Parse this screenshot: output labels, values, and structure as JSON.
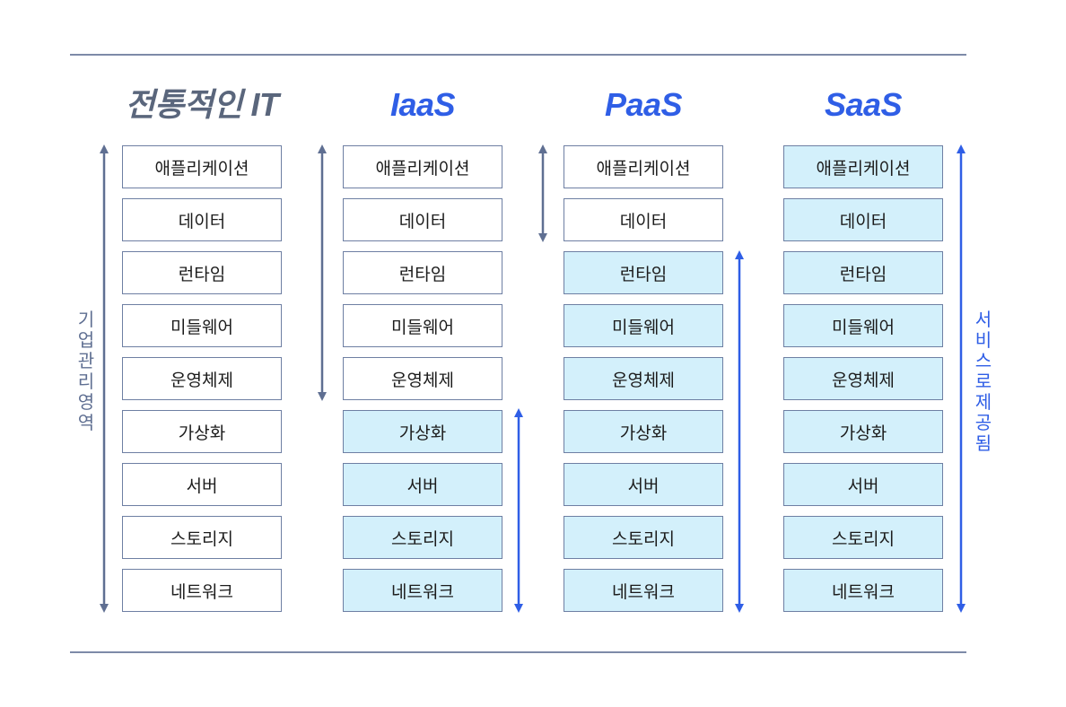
{
  "columns": [
    {
      "title": "전통적인 IT",
      "style": "managed",
      "layers": [
        {
          "label": "애플리케이션",
          "provided": false
        },
        {
          "label": "데이터",
          "provided": false
        },
        {
          "label": "런타임",
          "provided": false
        },
        {
          "label": "미들웨어",
          "provided": false
        },
        {
          "label": "운영체제",
          "provided": false
        },
        {
          "label": "가상화",
          "provided": false
        },
        {
          "label": "서버",
          "provided": false
        },
        {
          "label": "스토리지",
          "provided": false
        },
        {
          "label": "네트워크",
          "provided": false
        }
      ]
    },
    {
      "title": "IaaS",
      "style": "cloud",
      "layers": [
        {
          "label": "애플리케이션",
          "provided": false
        },
        {
          "label": "데이터",
          "provided": false
        },
        {
          "label": "런타임",
          "provided": false
        },
        {
          "label": "미들웨어",
          "provided": false
        },
        {
          "label": "운영체제",
          "provided": false
        },
        {
          "label": "가상화",
          "provided": true
        },
        {
          "label": "서버",
          "provided": true
        },
        {
          "label": "스토리지",
          "provided": true
        },
        {
          "label": "네트워크",
          "provided": true
        }
      ]
    },
    {
      "title": "PaaS",
      "style": "cloud",
      "layers": [
        {
          "label": "애플리케이션",
          "provided": false
        },
        {
          "label": "데이터",
          "provided": false
        },
        {
          "label": "런타임",
          "provided": true
        },
        {
          "label": "미들웨어",
          "provided": true
        },
        {
          "label": "운영체제",
          "provided": true
        },
        {
          "label": "가상화",
          "provided": true
        },
        {
          "label": "서버",
          "provided": true
        },
        {
          "label": "스토리지",
          "provided": true
        },
        {
          "label": "네트워크",
          "provided": true
        }
      ]
    },
    {
      "title": "SaaS",
      "style": "cloud",
      "layers": [
        {
          "label": "애플리케이션",
          "provided": true
        },
        {
          "label": "데이터",
          "provided": true
        },
        {
          "label": "런타임",
          "provided": true
        },
        {
          "label": "미들웨어",
          "provided": true
        },
        {
          "label": "운영체제",
          "provided": true
        },
        {
          "label": "가상화",
          "provided": true
        },
        {
          "label": "서버",
          "provided": true
        },
        {
          "label": "스토리지",
          "provided": true
        },
        {
          "label": "네트워크",
          "provided": true
        }
      ]
    }
  ],
  "labels": {
    "managed": "기업관리 영역",
    "provided": "서비스로 제공됨"
  },
  "colors": {
    "managed_arrow": "#5f6f92",
    "provided_arrow": "#2f5ee6",
    "provided_fill": "#d3f0fb",
    "border": "#6e7fa3",
    "divider": "#7d8aa8"
  }
}
